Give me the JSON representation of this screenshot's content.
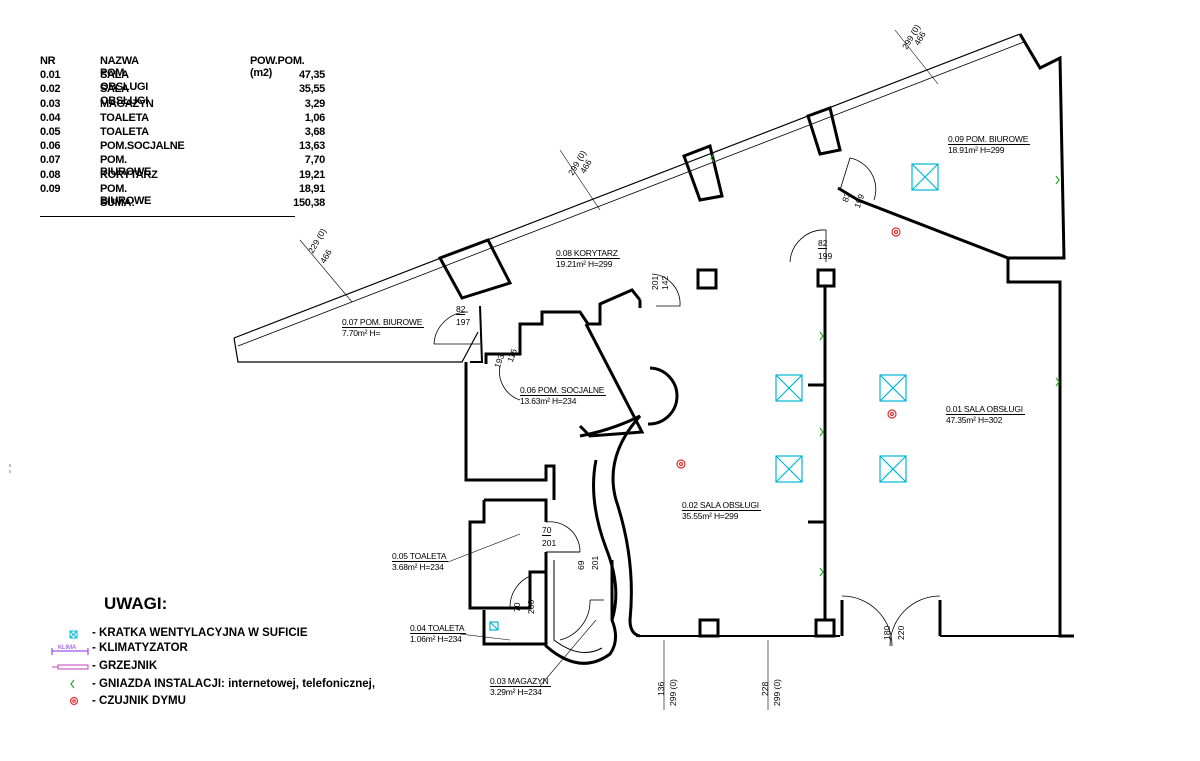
{
  "schedule": {
    "headers": {
      "nr": "NR",
      "name": "NAZWA POM.",
      "area": "POW.POM. (m2)"
    },
    "rows": [
      {
        "nr": "0.01",
        "name": "SALA OBSŁUGI",
        "area": "47,35"
      },
      {
        "nr": "0.02",
        "name": "SALA OBSŁUGI",
        "area": "35,55"
      },
      {
        "nr": "0.03",
        "name": "MAGAZYN",
        "area": "3,29"
      },
      {
        "nr": "0.04",
        "name": "TOALETA",
        "area": "1,06"
      },
      {
        "nr": "0.05",
        "name": "TOALETA",
        "area": "3,68"
      },
      {
        "nr": "0.06",
        "name": "POM.SOCJALNE",
        "area": "13,63"
      },
      {
        "nr": "0.07",
        "name": "POM. BIUROWE",
        "area": "7,70"
      },
      {
        "nr": "0.08",
        "name": "KORYTARZ",
        "area": "19,21"
      },
      {
        "nr": "0.09",
        "name": "POM. BIUROWE",
        "area": "18,91"
      }
    ],
    "sum_label": "SUMA:",
    "sum_value": "150,38"
  },
  "rooms": {
    "r001": {
      "name": "0.01 SALA OBSŁUGI",
      "area": "47.35m² H=302"
    },
    "r002": {
      "name": "0.02 SALA OBSŁUGI",
      "area": "35.55m² H=299"
    },
    "r003": {
      "name": "0.03 MAGAZYN",
      "area": "3.29m² H=234"
    },
    "r004": {
      "name": "0.04 TOALETA",
      "area": "1.06m² H=234"
    },
    "r005": {
      "name": "0.05 TOALETA",
      "area": "3.68m² H=234"
    },
    "r006": {
      "name": "0.06 POM. SOCJALNE",
      "area": "13.63m² H=234"
    },
    "r007": {
      "name": "0.07 POM. BIUROWE",
      "area": "7.70m² H="
    },
    "r008": {
      "name": "0.08 KORYTARZ",
      "area": "19.21m² H=299"
    },
    "r009": {
      "name": "0.09 POM. BIUROWE",
      "area": "18.91m² H=299"
    }
  },
  "dimensions": {
    "win1": "229 (0)",
    "win1b": "466",
    "win2": "299 (0)",
    "win2b": "466",
    "win3": "299 (0)",
    "win3b": "466",
    "d82_197_a": "82",
    "d82_197_b": "197",
    "d193": "193",
    "d911": "116",
    "d142": "142",
    "d201a": "201",
    "d82_199_a": "82",
    "d82_199_b": "199",
    "d83": "83",
    "d199": "199",
    "d70_201_a": "70",
    "d70_201_b": "201",
    "d69": "69",
    "d201b": "201",
    "d70b": "70",
    "d200": "200",
    "d136": "136",
    "d299a": "299 (0)",
    "d228": "228",
    "d299b": "299 (0)",
    "d180": "180",
    "d220": "220"
  },
  "legend": {
    "title": "UWAGI:",
    "items": [
      {
        "icon": "vent-grille-icon",
        "text": "- KRATKA WENTYLACYJNA W SUFICIE"
      },
      {
        "icon": "air-conditioner-icon",
        "text": "- KLIMATYZATOR",
        "symbol_text": "KLIMA"
      },
      {
        "icon": "radiator-icon",
        "text": "- GRZEJNIK"
      },
      {
        "icon": "socket-icon",
        "text": "- GNIAZDA INSTALACJI: internetowej, telefonicznej,"
      },
      {
        "icon": "smoke-detector-icon",
        "text": "- CZUJNIK DYMU"
      }
    ]
  },
  "colors": {
    "wall": "#000000",
    "vent": "#00b7d4",
    "klima": "#8a2be2",
    "radiator": "#c040c0",
    "socket": "#22aa22",
    "smoke": "#e03030"
  }
}
